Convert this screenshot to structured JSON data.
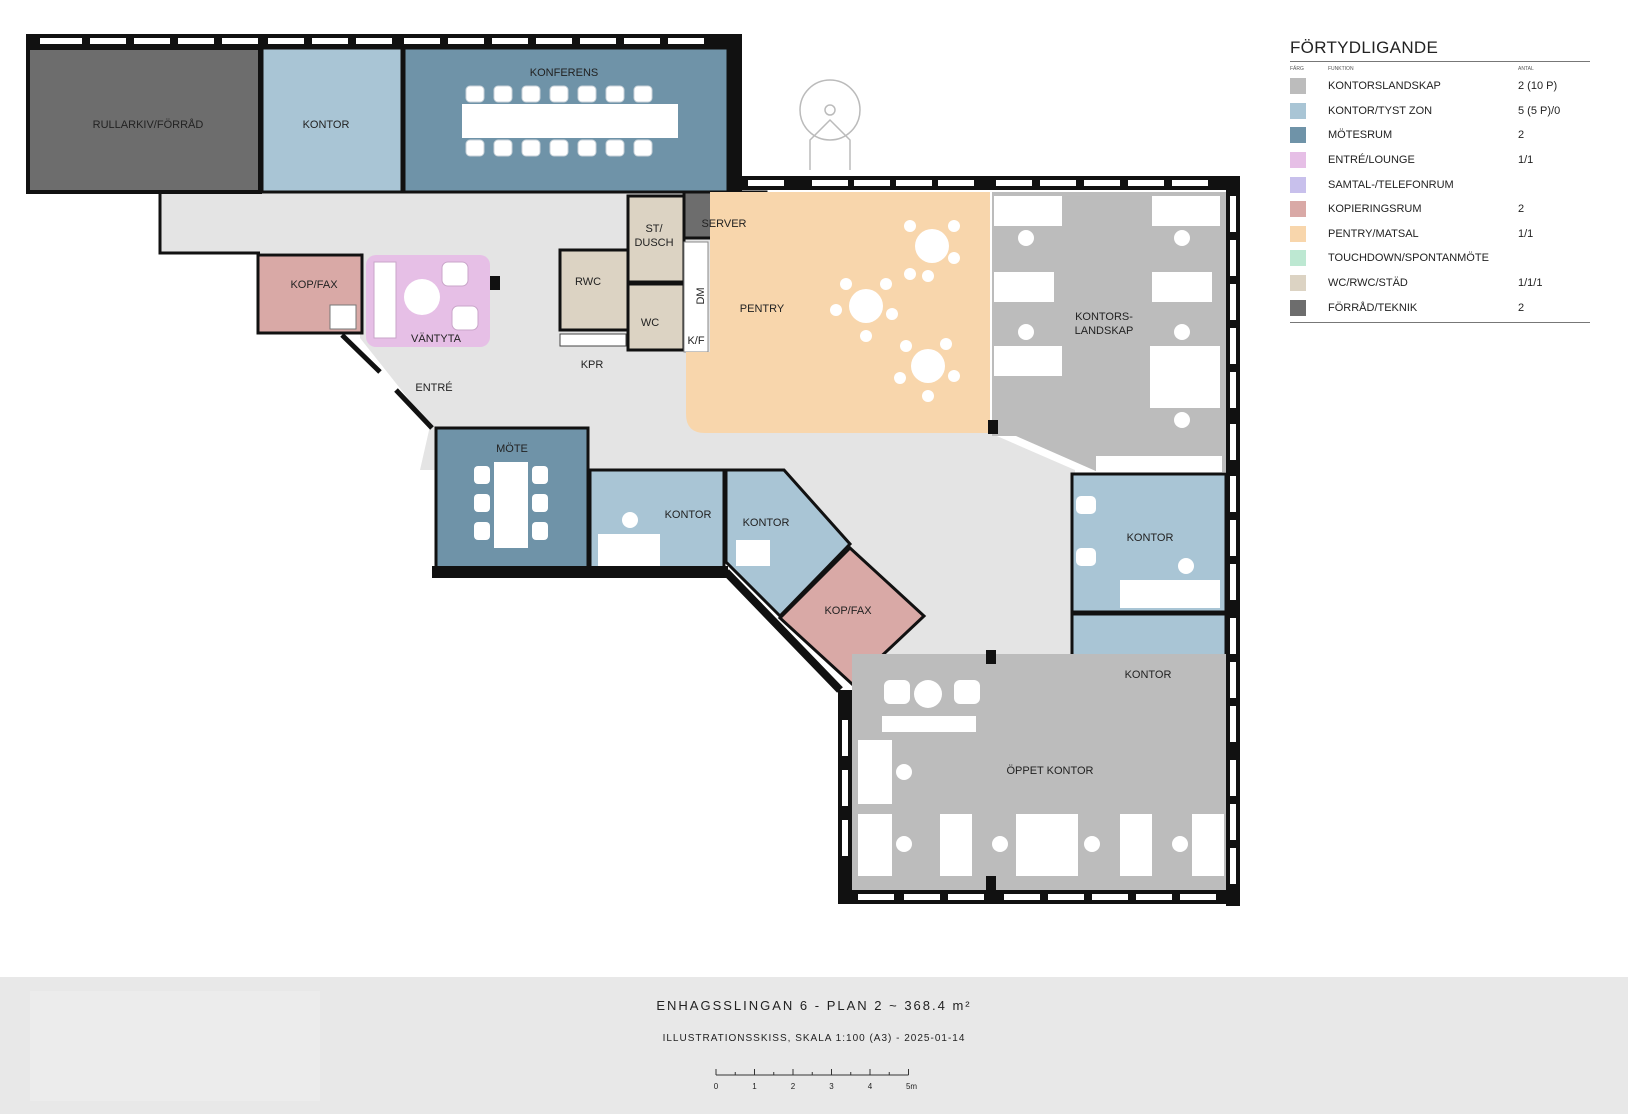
{
  "rooms": {
    "rullarkiv": "RULLARKIV/FÖRRÅD",
    "kontor_top": "KONTOR",
    "konferens": "KONFERENS",
    "kop_fax_left": "KOP/FAX",
    "vantyta": "VÄNTYTA",
    "entre": "ENTRÉ",
    "rwc": "RWC",
    "st_dusch_1": "ST/",
    "st_dusch_2": "DUSCH",
    "wc": "WC",
    "kpr": "KPR",
    "server": "SERVER",
    "dm": "DM",
    "kf": "K/F",
    "pentry": "PENTRY",
    "kontorslandskap_1": "KONTORS-",
    "kontorslandskap_2": "LANDSKAP",
    "mote": "MÖTE",
    "kontor_mid": "KONTOR",
    "kontor_angled": "KONTOR",
    "kop_fax_right": "KOP/FAX",
    "kontor_right_1": "KONTOR",
    "kontor_right_2": "KONTOR",
    "oppet_kontor": "ÖPPET KONTOR"
  },
  "legend": {
    "title": "FÖRTYDLIGANDE",
    "col_color": "FÄRG",
    "col_function": "FUNKTION",
    "col_count": "ANTAL",
    "items": [
      {
        "name": "KONTORSLANDSKAP",
        "count": "2 (10 P)",
        "color": "#bcbcbc"
      },
      {
        "name": "KONTOR/TYST ZON",
        "count": "5 (5 P)/0",
        "color": "#a9c5d5"
      },
      {
        "name": "MÖTESRUM",
        "count": "2",
        "color": "#6f93a8"
      },
      {
        "name": "ENTRÉ/LOUNGE",
        "count": "1/1",
        "color": "#e6bfe6"
      },
      {
        "name": "SAMTAL-/TELEFONRUM",
        "count": "",
        "color": "#c8c0ec"
      },
      {
        "name": "KOPIERINGSRUM",
        "count": "2",
        "color": "#d9a9a6"
      },
      {
        "name": "PENTRY/MATSAL",
        "count": "1/1",
        "color": "#f8d6ac"
      },
      {
        "name": "TOUCHDOWN/SPONTANMÖTE",
        "count": "",
        "color": "#bde8d2"
      },
      {
        "name": "WC/RWC/STÄD",
        "count": "1/1/1",
        "color": "#dcd3c3"
      },
      {
        "name": "FÖRRÅD/TEKNIK",
        "count": "2",
        "color": "#6d6d6d"
      }
    ]
  },
  "footer": {
    "title": "ENHAGSSLINGAN 6 - PLAN 2 ~ 368.4 m²",
    "subtitle": "ILLUSTRATIONSSKISS, SKALA 1:100 (A3) - 2025-01-14",
    "scale_ticks": [
      "0",
      "1",
      "2",
      "3",
      "4",
      "5m"
    ]
  }
}
